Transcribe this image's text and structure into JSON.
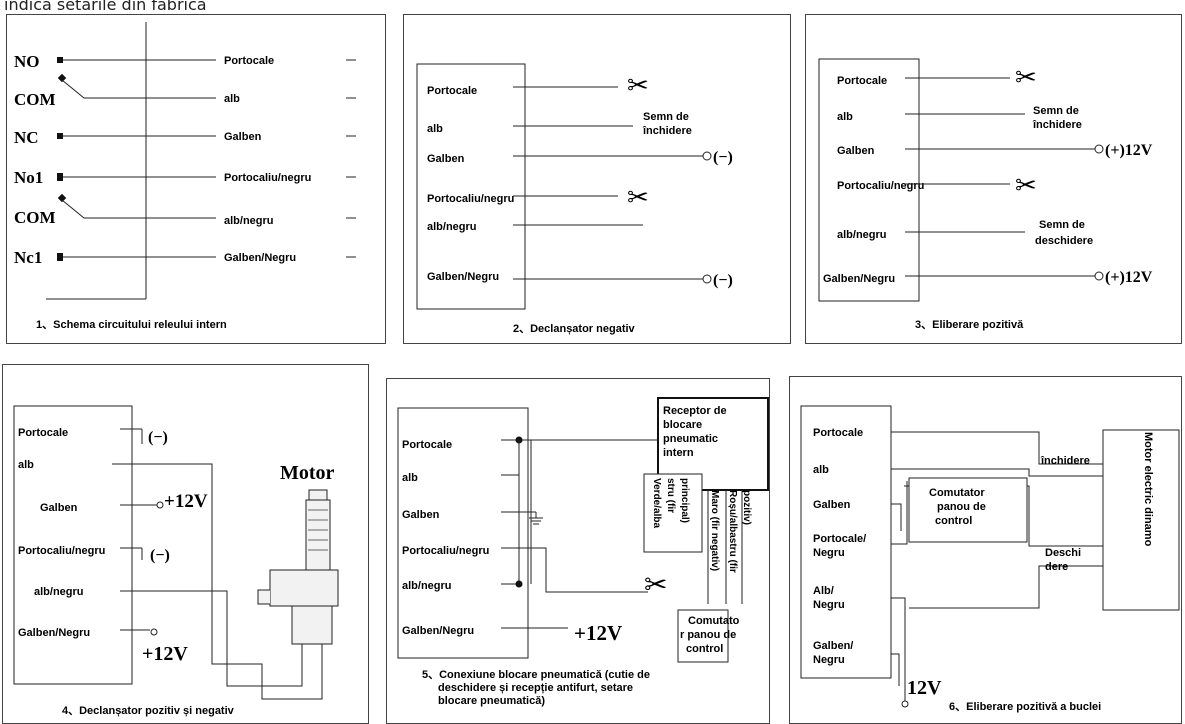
{
  "header": "indică setările din fabrică",
  "panel1": {
    "caption": "1、Schema circuitului releului intern",
    "terminals": [
      "NO",
      "COM",
      "NC",
      "No1",
      "COM",
      "Nc1"
    ],
    "wires": [
      "Portocale",
      "alb",
      "Galben",
      "Portocaliu/negru",
      "alb/negru",
      "Galben/Negru"
    ]
  },
  "panel2": {
    "caption": "2、Declanșator negativ",
    "wires": [
      "Portocale",
      "alb",
      "Galben",
      "Portocaliu/negru",
      "alb/negru",
      "Galben/Negru"
    ],
    "signal": [
      "Semn de",
      "închidere"
    ],
    "neg1": "(−)",
    "neg2": "(−)"
  },
  "panel3": {
    "caption": "3、Eliberare pozitivă",
    "wires": [
      "Portocale",
      "alb",
      "Galben",
      "Portocaliu/negru",
      "alb/negru",
      "Galben/Negru"
    ],
    "close_signal": [
      "Semn de",
      "închidere"
    ],
    "open_signal": [
      "Semn de",
      "deschidere"
    ],
    "v1": "(+)12V",
    "v2": "(+)12V"
  },
  "panel4": {
    "caption": "4、Declanșator pozitiv și negativ",
    "wires": [
      "Portocale",
      "alb",
      "Galben",
      "Portocaliu/negru",
      "alb/negru",
      "Galben/Negru"
    ],
    "neg1": "(−)",
    "neg2": "(−)",
    "v1": "+12V",
    "v2": "+12V",
    "motor": "Motor"
  },
  "panel5": {
    "caption": [
      "5、Conexiune blocare pneumatică (cutie de",
      "deschidere și recepție antifurt, setare",
      "blocare pneumatică)"
    ],
    "wires": [
      "Portocale",
      "alb",
      "Galben",
      "Portocaliu/negru",
      "alb/negru",
      "Galben/Negru"
    ],
    "receptor": [
      "Receptor de",
      "blocare",
      "pneumatic",
      "intern"
    ],
    "vertical1": [
      "Verde/alba",
      "stru (fir",
      "principal)"
    ],
    "vertical2": [
      "Maro (fir negativ)"
    ],
    "vertical3": [
      "Roșu/albastru (fir",
      "pozitiv)"
    ],
    "switch": [
      "Comutato",
      "r panou de",
      "control"
    ],
    "v": "+12V"
  },
  "panel6": {
    "caption": "6、Eliberare pozitivă a buclei",
    "wires": [
      [
        "Portocale"
      ],
      [
        "alb"
      ],
      [
        "Galben"
      ],
      [
        "Portocale/",
        "Negru"
      ],
      [
        "Alb/",
        "Negru"
      ],
      [
        "Galben/",
        "Negru"
      ]
    ],
    "switch": [
      "Comutator",
      "panou de",
      "control"
    ],
    "close": "închidere",
    "open": [
      "Deschi",
      "dere"
    ],
    "motor": "Motor electric dinamo",
    "v": "12V"
  }
}
